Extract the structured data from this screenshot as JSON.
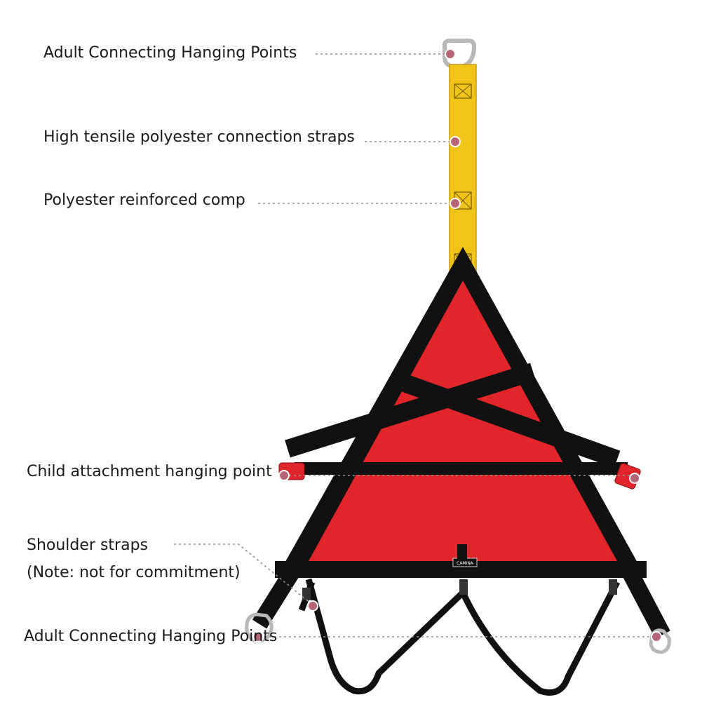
{
  "callouts": [
    {
      "id": "adult-top",
      "text": "Adult Connecting Hanging Points"
    },
    {
      "id": "straps",
      "text": "High tensile polyester connection straps"
    },
    {
      "id": "reinforced",
      "text": "Polyester reinforced comp"
    },
    {
      "id": "child",
      "text": "Child attachment hanging point"
    },
    {
      "id": "shoulder",
      "text": "Shoulder straps"
    },
    {
      "id": "shoulder-note",
      "text": "(Note: not for commitment)"
    },
    {
      "id": "adult-bottom",
      "text": "Adult Connecting Hanging Points"
    }
  ],
  "brand": "CAMINA",
  "colors": {
    "fabric": "#e0262b",
    "webbing": "#111111",
    "strap": "#f0c419",
    "metal": "#b8b8b8",
    "marker": "#b56576",
    "leader": "#9a8a8f"
  }
}
